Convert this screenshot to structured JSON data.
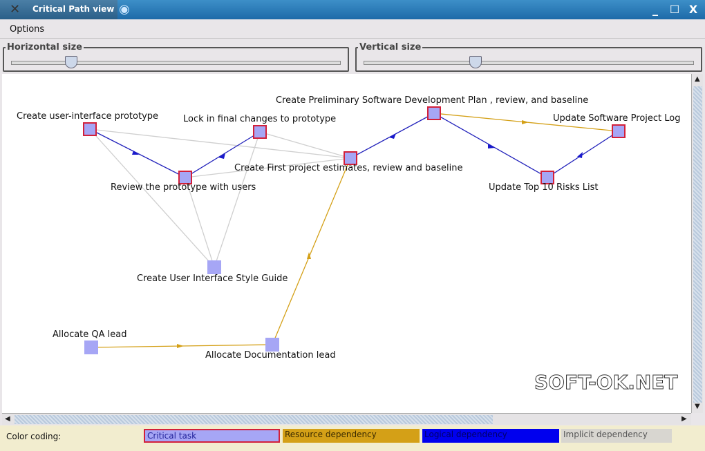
{
  "window": {
    "title": "Critical Path view",
    "minimize": "_",
    "maximize": "☐",
    "close": "X"
  },
  "menu": {
    "options": "Options"
  },
  "sliders": {
    "horizontal": {
      "label": "Horizontal size",
      "value_percent": 17
    },
    "vertical": {
      "label": "Vertical size",
      "value_percent": 34
    }
  },
  "nodes": [
    {
      "id": "A",
      "label": "Create user-interface prototype",
      "critical": true
    },
    {
      "id": "B",
      "label": "Review  the prototype with users",
      "critical": true
    },
    {
      "id": "C",
      "label": "Lock in final changes to prototype",
      "critical": true
    },
    {
      "id": "D",
      "label": "Create First project estimates, review and baseline",
      "critical": true
    },
    {
      "id": "E",
      "label": "Create Preliminary Software Development Plan , review, and baseline",
      "critical": true
    },
    {
      "id": "F",
      "label": "Update Top 10 Risks List",
      "critical": true
    },
    {
      "id": "G",
      "label": "Update Software Project Log",
      "critical": true
    },
    {
      "id": "H",
      "label": "Create User Interface Style Guide",
      "critical": false
    },
    {
      "id": "I",
      "label": "Allocate QA lead",
      "critical": false
    },
    {
      "id": "J",
      "label": "Allocate Documentation lead",
      "critical": false
    }
  ],
  "legend": {
    "title": "Color coding:",
    "critical": "Critical task",
    "resource": "Resource dependency",
    "logical": "Logical dependency",
    "implicit": "Implicit dependency"
  },
  "colors": {
    "critical_border": "#d3203a",
    "task_fill": "#a6a6f5",
    "resource": "#d4a017",
    "logical": "#0000ee",
    "implicit": "#c8c8c8"
  },
  "watermark": "SOFT-OK.NET"
}
